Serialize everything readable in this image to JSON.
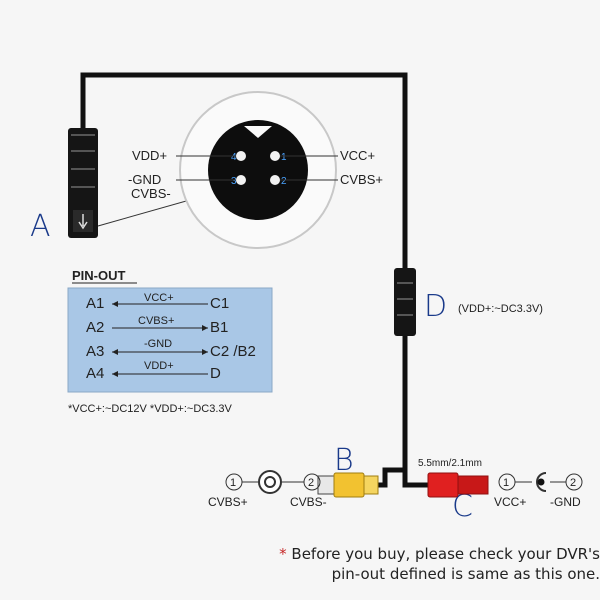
{
  "labels": {
    "A": "A",
    "B": "B",
    "C": "C",
    "D": "D"
  },
  "connector_pins": {
    "vdd": "VDD+",
    "gnd": "-GND",
    "cvbs_minus": "CVBS-",
    "vcc": "VCC+",
    "cvbs_plus": "CVBS+",
    "pin1": "1",
    "pin2": "2",
    "pin3": "3",
    "pin4": "4"
  },
  "d_spec": "(VDD+:~DC3.3V)",
  "pinout": {
    "title": "PIN-OUT",
    "rows": [
      {
        "left": "A1",
        "signal": "VCC+",
        "right": "C1"
      },
      {
        "left": "A2",
        "signal": "CVBS+",
        "right": "B1"
      },
      {
        "left": "A3",
        "signal": "-GND",
        "right": "C2 /B2"
      },
      {
        "left": "A4",
        "signal": "VDD+",
        "right": "D"
      }
    ],
    "footnote": "*VCC+:~DC12V *VDD+:~DC3.3V"
  },
  "rca": {
    "n1": "1",
    "n2": "2",
    "label1": "CVBS+",
    "label2": "CVBS-"
  },
  "dc": {
    "size": "5.5mm/2.1mm",
    "n1": "1",
    "n2": "2",
    "label1": "VCC+",
    "label2": "-GND"
  },
  "note": {
    "star": "*",
    "line1": " Before you buy, please check your DVR's",
    "line2": "pin-out defined is same as this one."
  },
  "colors": {
    "cable": "#111111",
    "pinout_box": "#a9c7e6",
    "letter": "#1a3a8a",
    "rca_yellow": "#f2c230",
    "dc_red": "#e02020"
  }
}
